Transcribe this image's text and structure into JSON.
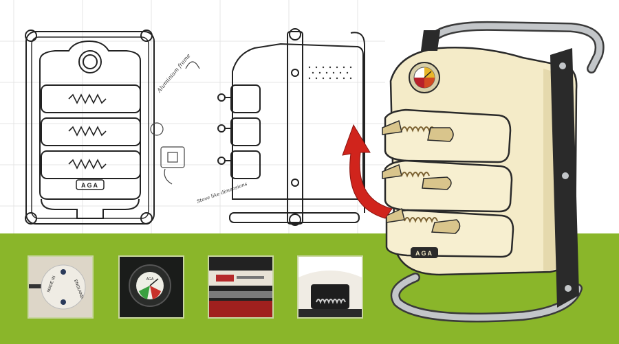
{
  "colors": {
    "green_band": "#8ab62a",
    "cream_body": "#f4ebc8",
    "arrow_red": "#d0241c",
    "frame_dark": "#2a2a2a",
    "frame_steel": "#b9bcc0"
  },
  "sketch": {
    "front_badge": "AGA",
    "note_top": "Aluminium frame",
    "note_side": "Stove like dimensions"
  },
  "render": {
    "badge": "AGA"
  },
  "thumbnails": [
    {
      "name": "label-plate",
      "text_left": "MADE IN",
      "text_right": "ENGLAND"
    },
    {
      "name": "thermometer-gauge",
      "text": "AGA"
    },
    {
      "name": "oven-door-detail"
    },
    {
      "name": "spring-handle-detail"
    }
  ]
}
